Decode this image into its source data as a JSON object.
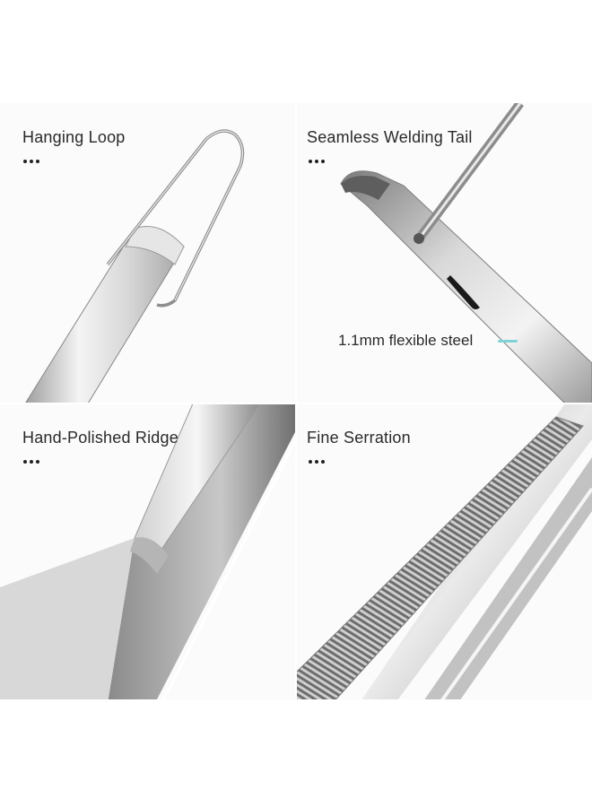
{
  "panels": {
    "hanging_loop": {
      "label": "Hanging Loop",
      "icon": "more-dots-icon"
    },
    "welding_tail": {
      "label": "Seamless Welding Tail",
      "callout": "1.1mm flexible steel",
      "icon": "more-dots-icon"
    },
    "polished_ridge": {
      "label": "Hand-Polished Ridge",
      "icon": "more-dots-icon"
    },
    "fine_serration": {
      "label": "Fine Serration",
      "icon": "more-dots-icon"
    }
  },
  "colors": {
    "steel_light": "#f2f2f2",
    "steel_dark": "#8a8a8a",
    "accent": "#7fd3d6",
    "text": "#2a2a2a"
  }
}
